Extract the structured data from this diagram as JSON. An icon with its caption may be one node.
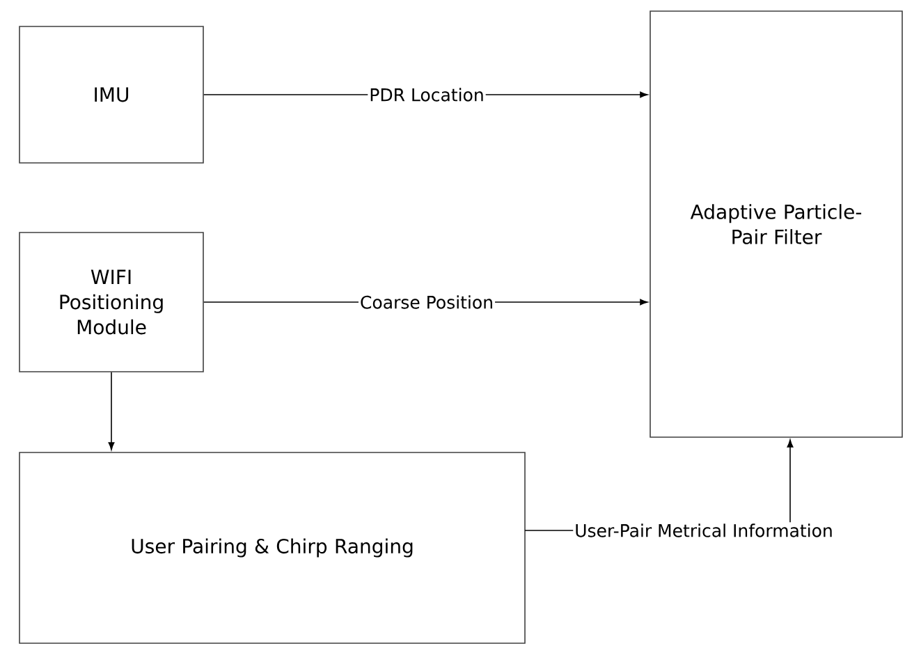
{
  "diagram": {
    "nodes": [
      {
        "text": [
          "IMU"
        ]
      },
      {
        "text": [
          "WIFI Positioning Module"
        ]
      },
      {
        "text": [
          "Adaptive Particle-Pair Filter"
        ]
      },
      {
        "text": [
          "User Pairing & Chirp Ranging"
        ]
      }
    ],
    "edges": [
      {
        "from": 0,
        "to": 2,
        "arrow": "to",
        "label": "PDR Location"
      },
      {
        "from": 1,
        "to": 2,
        "arrow": "to",
        "label": "Coarse Position"
      },
      {
        "from": 1,
        "to": 3,
        "arrow": "to"
      },
      {
        "from": 3,
        "to": 2,
        "arrow": "to",
        "label": "User-Pair Metrical Information"
      }
    ]
  }
}
